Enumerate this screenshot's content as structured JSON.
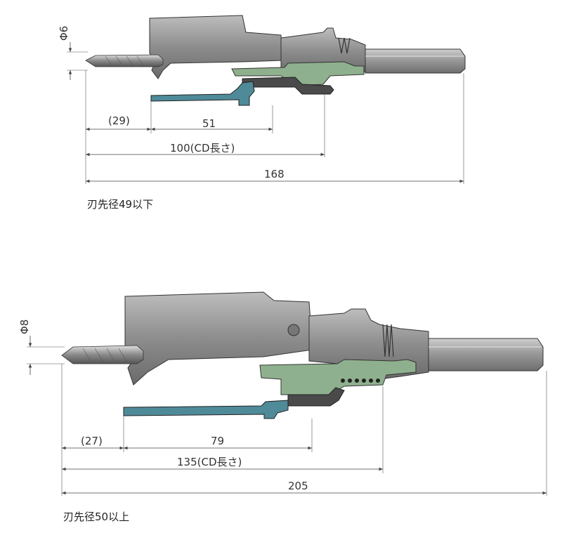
{
  "figure_top": {
    "phi_label": "Φ6",
    "dims": [
      "(29)",
      "51",
      "100(CD長さ)",
      "168"
    ],
    "caption": "刃先径49以下"
  },
  "figure_bottom": {
    "phi_label": "Φ8",
    "dims": [
      "(27)",
      "79",
      "135(CD長さ)",
      "205"
    ],
    "caption": "刃先径50以上"
  },
  "colors": {
    "body_gray": "#8e8e8e",
    "green_part": "#8fb08e",
    "blue_part": "#4f8a99",
    "outline": "#333333"
  }
}
